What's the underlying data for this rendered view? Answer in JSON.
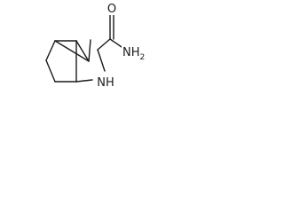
{
  "molecule": {
    "atoms": {
      "amide_oxygen": {
        "symbol": "O"
      },
      "ring_nitrogen": {
        "symbol": "NH"
      },
      "amide_nitrogen": {
        "symbol": "NH",
        "subscript": "2"
      }
    },
    "colors": {
      "bond": "#1a1a1a",
      "background": "#ffffff"
    }
  }
}
